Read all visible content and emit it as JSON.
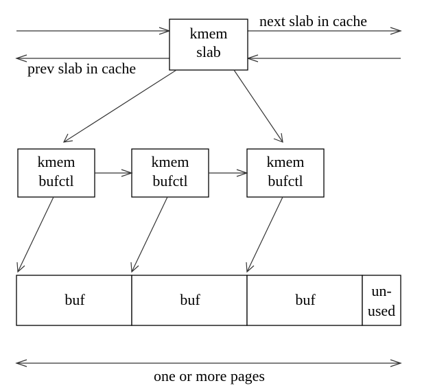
{
  "slab": {
    "line1": "kmem",
    "line2": "slab"
  },
  "labels": {
    "next_slab": "next slab in cache",
    "prev_slab": "prev slab in cache",
    "pages": "one or more pages"
  },
  "bufctls": [
    {
      "line1": "kmem",
      "line2": "bufctl"
    },
    {
      "line1": "kmem",
      "line2": "bufctl"
    },
    {
      "line1": "kmem",
      "line2": "bufctl"
    }
  ],
  "bufs": [
    {
      "label": "buf"
    },
    {
      "label": "buf"
    },
    {
      "label": "buf"
    }
  ],
  "unused": {
    "line1": "un-",
    "line2": "used"
  }
}
